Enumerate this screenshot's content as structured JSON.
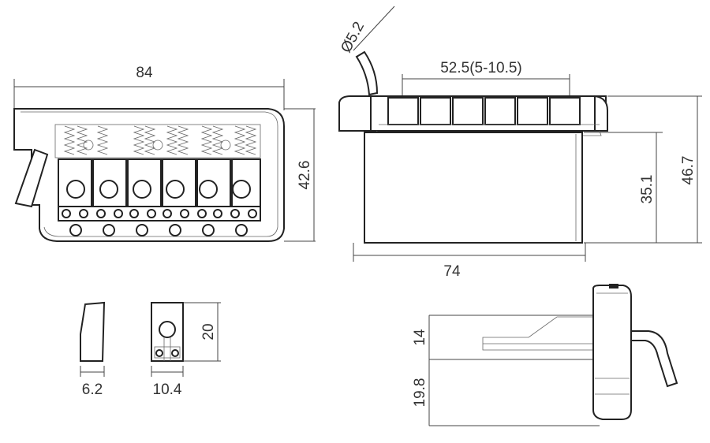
{
  "dimensions": {
    "total_width": "84",
    "front_height": "42.6",
    "arm_diameter": "Ø5.2",
    "string_spacing": "52.5(5-10.5)",
    "side_height": "46.7",
    "block_height": "35.1",
    "side_width": "74",
    "saddle_thickness": "6.2",
    "saddle_width": "10.4",
    "saddle_height": "20",
    "upper_depth": "14",
    "lower_depth": "19.8"
  },
  "colors": {
    "line": "#222222",
    "text": "#333333"
  }
}
